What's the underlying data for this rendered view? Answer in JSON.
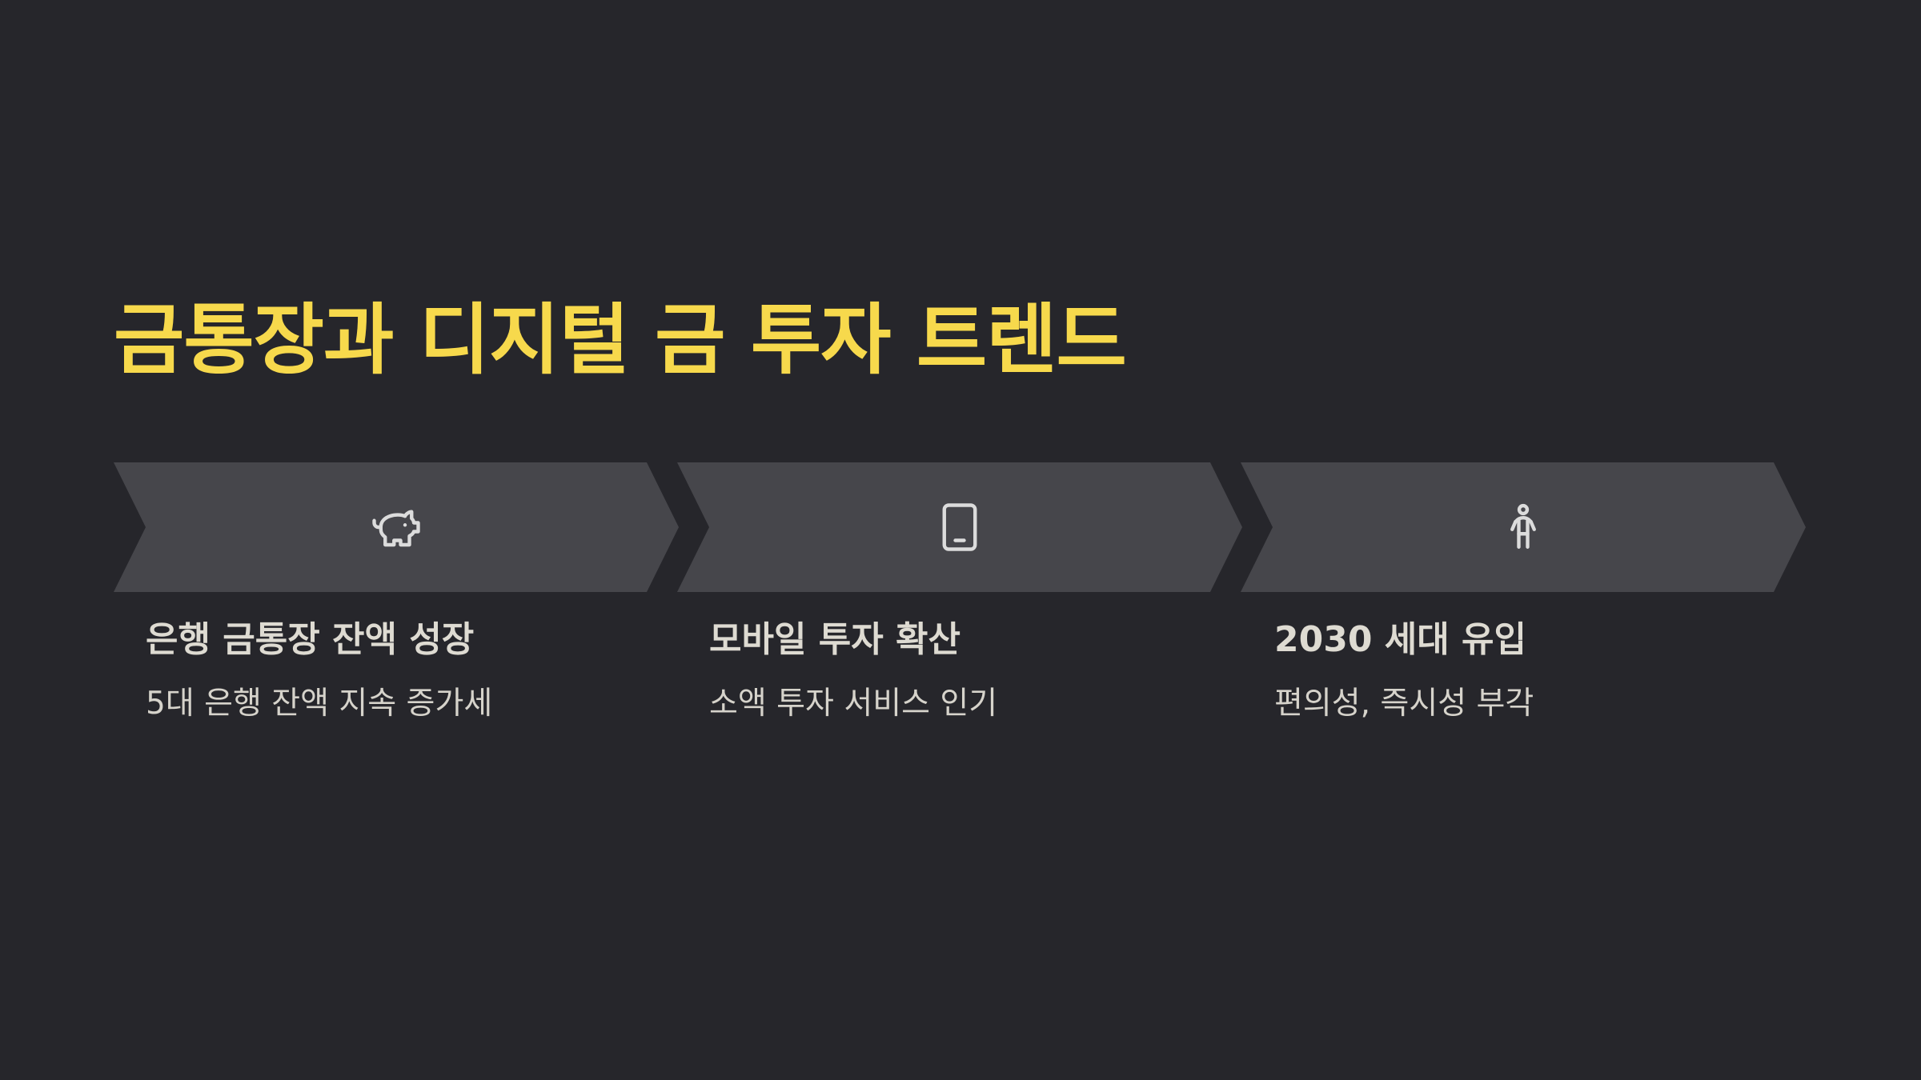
{
  "slide": {
    "title": "금통장과 디지털 금 투자 트렌드"
  },
  "colors": {
    "background": "#26262b",
    "title": "#f7d94c",
    "chevron": "#46464b",
    "text": "#dedbd2",
    "icon": "#dcdcdc"
  },
  "steps": [
    {
      "icon": "piggy-bank-icon",
      "title": "은행 금통장 잔액 성장",
      "description": "5대 은행 잔액 지속 증가세"
    },
    {
      "icon": "smartphone-icon",
      "title": "모바일 투자 확산",
      "description": "소액 투자 서비스 인기"
    },
    {
      "icon": "person-icon",
      "title": "2030 세대 유입",
      "description": "편의성, 즉시성 부각"
    }
  ]
}
